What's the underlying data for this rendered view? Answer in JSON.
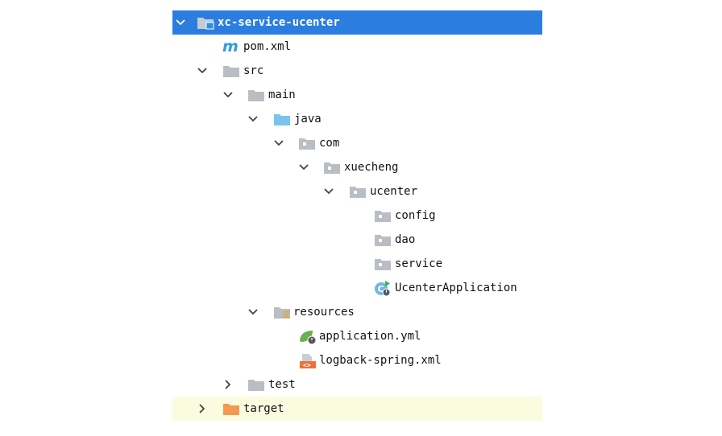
{
  "tree": {
    "items": [
      {
        "label": "xc-service-ucenter",
        "type": "module-folder",
        "expanded": true,
        "selected": true
      },
      {
        "label": "pom.xml",
        "type": "maven-file"
      },
      {
        "label": "src",
        "type": "folder",
        "expanded": true
      },
      {
        "label": "main",
        "type": "folder",
        "expanded": true
      },
      {
        "label": "java",
        "type": "source-folder",
        "expanded": true
      },
      {
        "label": "com",
        "type": "package",
        "expanded": true
      },
      {
        "label": "xuecheng",
        "type": "package",
        "expanded": true
      },
      {
        "label": "ucenter",
        "type": "package",
        "expanded": true
      },
      {
        "label": "config",
        "type": "package"
      },
      {
        "label": "dao",
        "type": "package"
      },
      {
        "label": "service",
        "type": "package"
      },
      {
        "label": "UcenterApplication",
        "type": "spring-boot-class"
      },
      {
        "label": "resources",
        "type": "resources-folder",
        "expanded": true
      },
      {
        "label": "application.yml",
        "type": "spring-config-file"
      },
      {
        "label": "logback-spring.xml",
        "type": "xml-file"
      },
      {
        "label": "test",
        "type": "folder",
        "expanded": false
      },
      {
        "label": "target",
        "type": "excluded-folder",
        "expanded": false
      }
    ]
  },
  "colors": {
    "selection": "#2b7de0",
    "folder_gray": "#b9bec4",
    "source_folder": "#79c3ee",
    "excluded_folder": "#f29a52",
    "maven_m": "#2f9ed8",
    "spring_green": "#6ab04c",
    "xml_orange": "#e8743b"
  }
}
